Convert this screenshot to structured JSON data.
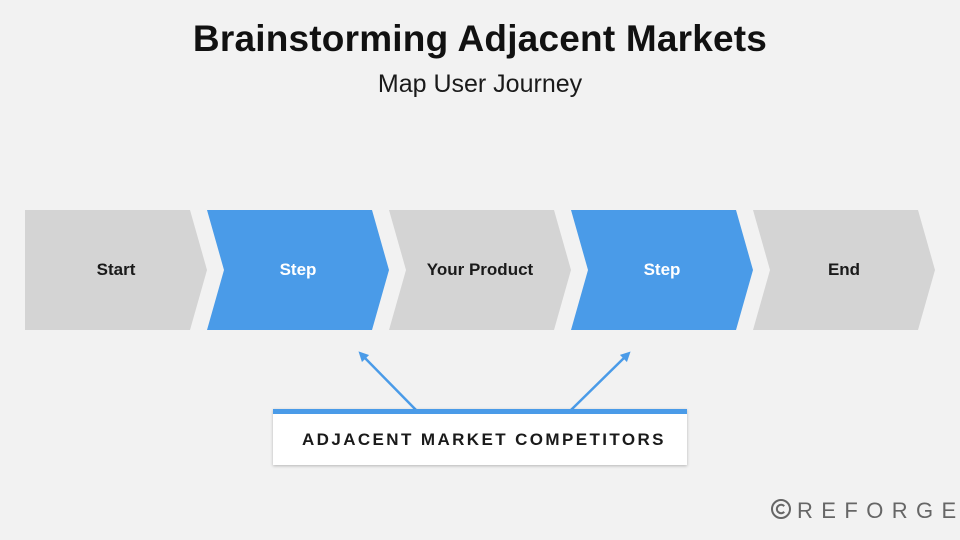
{
  "header": {
    "title": "Brainstorming Adjacent Markets",
    "subtitle": "Map User Journey"
  },
  "journey": {
    "steps": [
      {
        "label": "Start",
        "style": "gray"
      },
      {
        "label": "Step",
        "style": "blue"
      },
      {
        "label": "Your Product",
        "style": "gray"
      },
      {
        "label": "Step",
        "style": "blue"
      },
      {
        "label": "End",
        "style": "gray"
      }
    ]
  },
  "callout": {
    "label": "ADJACENT MARKET COMPETITORS"
  },
  "brand": {
    "name": "REFORGE",
    "icon": "copyright-icon"
  },
  "colors": {
    "background": "#f2f2f2",
    "gray_step": "#d4d4d4",
    "blue_step": "#4a9be8",
    "arrow": "#4a9be8",
    "text_dark": "#1a1a1a"
  }
}
